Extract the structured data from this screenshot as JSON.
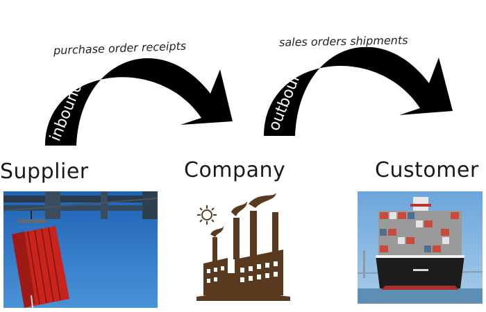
{
  "flows": [
    {
      "direction": "inbound",
      "caption": "purchase order receipts"
    },
    {
      "direction": "outbound",
      "caption": "sales orders shipments"
    }
  ],
  "entities": [
    {
      "label": "Supplier",
      "image": "crane-container-photo"
    },
    {
      "label": "Company",
      "image": "factory-icon"
    },
    {
      "label": "Customer",
      "image": "container-ship-photo"
    }
  ],
  "colors": {
    "arrow": "#000000",
    "arrow_text": "#ffffff",
    "factory": "#5a3a1e",
    "sky": "#1f6fbf",
    "container_red": "#c8231d"
  }
}
